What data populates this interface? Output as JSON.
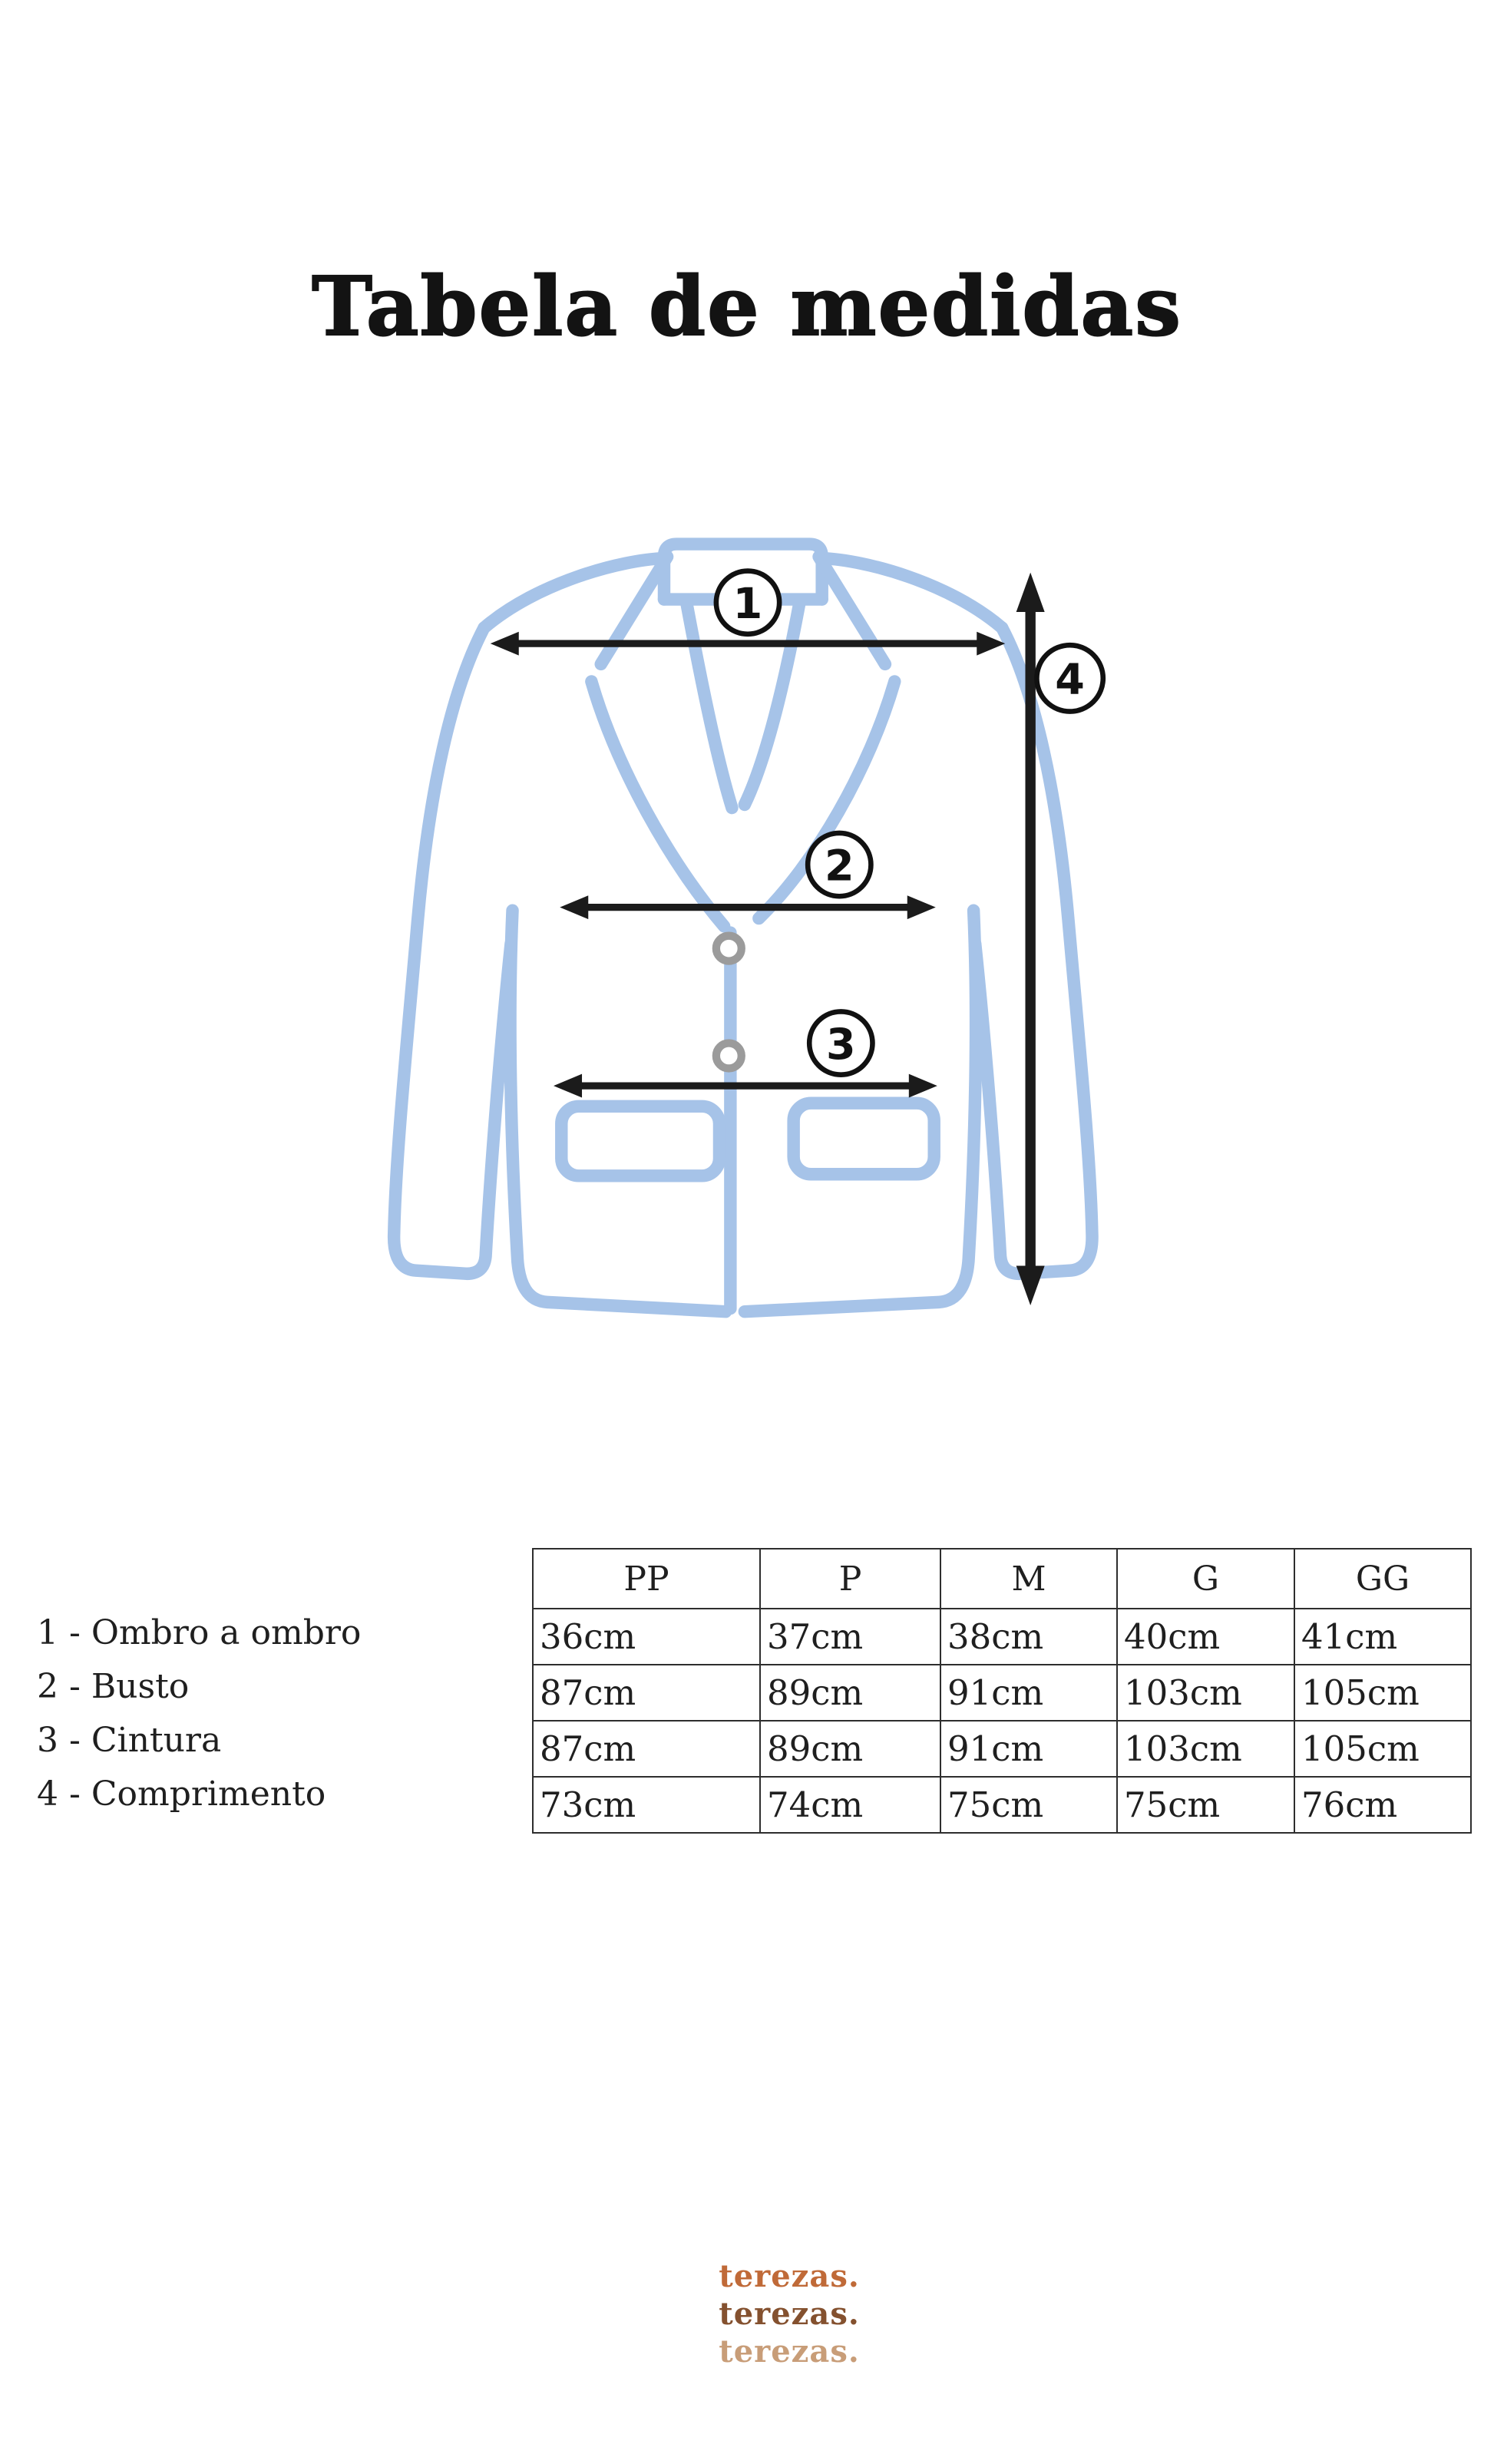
{
  "page": {
    "title": "Tabela de medidas",
    "background": "#ffffff"
  },
  "diagram": {
    "garment": "blazer-outline",
    "outline_color": "#a6c3e8",
    "arrow_color": "#1b1b1b",
    "markers": [
      {
        "id": "1",
        "measure": "Ombro a ombro",
        "orientation": "horizontal"
      },
      {
        "id": "2",
        "measure": "Busto",
        "orientation": "horizontal"
      },
      {
        "id": "3",
        "measure": "Cintura",
        "orientation": "horizontal"
      },
      {
        "id": "4",
        "measure": "Comprimento",
        "orientation": "vertical"
      }
    ]
  },
  "legend": {
    "items": [
      "1 - Ombro a ombro",
      "2 - Busto",
      "3 - Cintura",
      "4 - Comprimento"
    ]
  },
  "chart_data": {
    "type": "table",
    "title": "Tabela de medidas",
    "columns": [
      "PP",
      "P",
      "M",
      "G",
      "GG"
    ],
    "rows": [
      {
        "marker": "1",
        "measure": "Ombro a ombro",
        "values": [
          "36cm",
          "37cm",
          "38cm",
          "40cm",
          "41cm"
        ]
      },
      {
        "marker": "2",
        "measure": "Busto",
        "values": [
          "87cm",
          "89cm",
          "91cm",
          "103cm",
          "105cm"
        ]
      },
      {
        "marker": "3",
        "measure": "Cintura",
        "values": [
          "87cm",
          "89cm",
          "91cm",
          "103cm",
          "105cm"
        ]
      },
      {
        "marker": "4",
        "measure": "Comprimento",
        "values": [
          "73cm",
          "74cm",
          "75cm",
          "75cm",
          "76cm"
        ]
      }
    ]
  },
  "footer": {
    "brand_lines": [
      {
        "text": "terezas.",
        "color": "#c06a38"
      },
      {
        "text": "terezas.",
        "color": "#84512f"
      },
      {
        "text": "terezas.",
        "color": "#c89d78"
      }
    ]
  }
}
